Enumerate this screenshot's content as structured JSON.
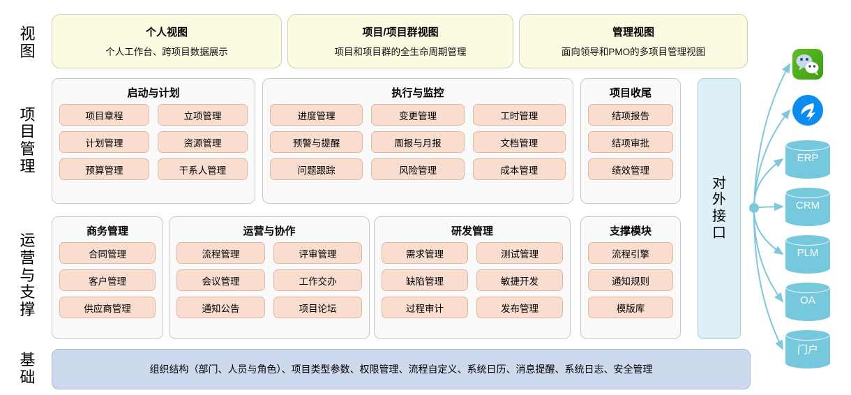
{
  "rows": [
    {
      "key": "view",
      "label": "视图"
    },
    {
      "key": "project",
      "label": "项目管理"
    },
    {
      "key": "operations",
      "label": "运营与支撑"
    },
    {
      "key": "foundation",
      "label": "基础"
    }
  ],
  "view_cards": [
    {
      "title": "个人视图",
      "subtitle": "个人工作台、跨项目数据展示"
    },
    {
      "title": "项目/项目群视图",
      "subtitle": "项目和项目群的全生命周期管理"
    },
    {
      "title": "管理视图",
      "subtitle": "面向领导和PMO的多项目管理视图"
    }
  ],
  "project_groups": [
    {
      "title": "启动与计划",
      "columns": 2,
      "items": [
        "项目章程",
        "立项管理",
        "计划管理",
        "资源管理",
        "预算管理",
        "干系人管理"
      ]
    },
    {
      "title": "执行与监控",
      "columns": 3,
      "items": [
        "进度管理",
        "变更管理",
        "工时管理",
        "预警与提醒",
        "周报与月报",
        "文档管理",
        "问题跟踪",
        "风险管理",
        "成本管理"
      ]
    },
    {
      "title": "项目收尾",
      "columns": 1,
      "items": [
        "结项报告",
        "结项审批",
        "绩效管理"
      ]
    }
  ],
  "operation_groups": [
    {
      "title": "商务管理",
      "columns": 1,
      "items": [
        "合同管理",
        "客户管理",
        "供应商管理"
      ]
    },
    {
      "title": "运营与协作",
      "columns": 2,
      "items": [
        "流程管理",
        "评审管理",
        "会议管理",
        "工作交办",
        "通知公告",
        "项目论坛"
      ]
    },
    {
      "title": "研发管理",
      "columns": 2,
      "items": [
        "需求管理",
        "测试管理",
        "缺陷管理",
        "敏捷开发",
        "过程审计",
        "发布管理"
      ]
    },
    {
      "title": "支撑模块",
      "columns": 1,
      "items": [
        "流程引擎",
        "通知规则",
        "模版库"
      ]
    }
  ],
  "external_interface": {
    "label": "对外接口"
  },
  "foundation": {
    "text": "组织结构（部门、人员与角色）、项目类型参数、权限管理、流程自定义、系统日历、消息提醒、系统日志、安全管理"
  },
  "external_systems": [
    {
      "kind": "icon",
      "icon": "wechat-icon",
      "label": ""
    },
    {
      "kind": "icon",
      "icon": "dingtalk-icon",
      "label": ""
    },
    {
      "kind": "cylinder",
      "icon": "database-icon",
      "label": "ERP"
    },
    {
      "kind": "cylinder",
      "icon": "database-icon",
      "label": "CRM"
    },
    {
      "kind": "cylinder",
      "icon": "database-icon",
      "label": "PLM"
    },
    {
      "kind": "cylinder",
      "icon": "database-icon",
      "label": "OA"
    },
    {
      "kind": "cylinder",
      "icon": "database-icon",
      "label": "门户"
    }
  ],
  "colors": {
    "view_card": "#fcfbe2",
    "group_box": "#fafafa",
    "pill": "#f9ddcf",
    "interface": "#ddeff7",
    "foundation": "#cdd9ec",
    "cylinder": "#76c8dd",
    "connector": "#7ec8de"
  }
}
